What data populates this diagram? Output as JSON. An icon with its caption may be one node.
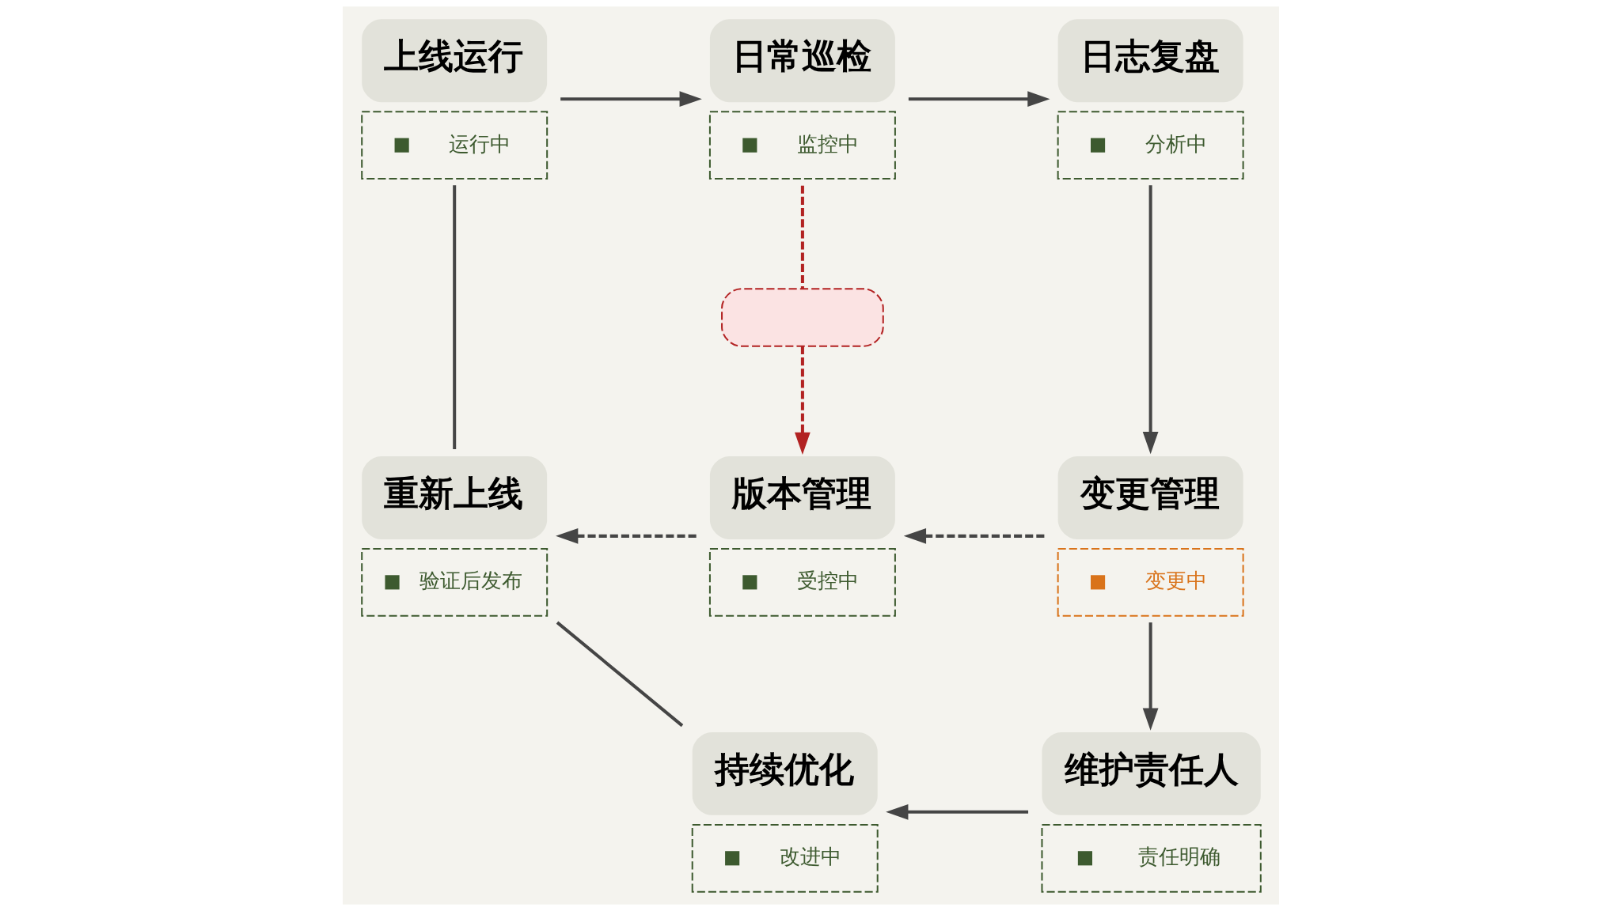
{
  "diagram": {
    "nodes": [
      {
        "text": [
          "上线运行"
        ],
        "beside": [
          "运行中"
        ]
      },
      {
        "text": [
          "日常巡检"
        ],
        "beside": [
          "监控中"
        ]
      },
      {
        "text": [
          "日志复盘"
        ],
        "beside": [
          "分析中"
        ]
      },
      {
        "text": [],
        "shape": "box"
      },
      {
        "text": [
          "重新上线"
        ],
        "beside": [
          "验证后发布"
        ]
      },
      {
        "text": [
          "版本管理"
        ],
        "beside": [
          "受控中"
        ]
      },
      {
        "text": [
          "变更管理"
        ],
        "beside": [
          "变更中"
        ]
      },
      {
        "text": [
          "持续优化"
        ],
        "beside": [
          "改进中"
        ]
      },
      {
        "text": [
          "维护责任人"
        ],
        "beside": [
          "责任明确"
        ]
      }
    ],
    "edges": [
      {
        "from": 0,
        "to": 1,
        "arrow": "to"
      },
      {
        "from": 1,
        "to": 2,
        "arrow": "to"
      },
      {
        "from": 2,
        "to": 6,
        "arrow": "to"
      },
      {
        "from": 1,
        "to": 3,
        "arrow": "none",
        "style": "dashed",
        "color": "#b22222"
      },
      {
        "from": 3,
        "to": 5,
        "arrow": "to",
        "style": "dashed",
        "color": "#b22222"
      },
      {
        "from": 6,
        "to": 5,
        "arrow": "to",
        "style": "dashed"
      },
      {
        "from": 5,
        "to": 4,
        "arrow": "to",
        "style": "dashed"
      },
      {
        "from": 6,
        "to": 8,
        "arrow": "to"
      },
      {
        "from": 8,
        "to": 7,
        "arrow": "to"
      },
      {
        "from": 7,
        "to": 4,
        "arrow": "none"
      },
      {
        "from": 4,
        "to": 0,
        "arrow": "none"
      }
    ]
  }
}
